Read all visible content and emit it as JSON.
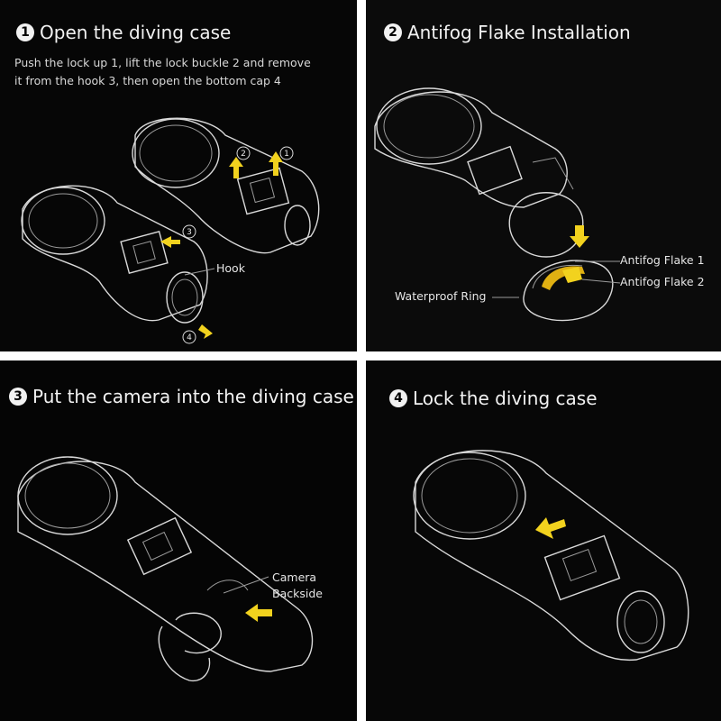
{
  "panels": {
    "step1": {
      "number": "1",
      "title": "Open the diving case",
      "description": "Push the lock up 1, lift the lock buckle 2 and remove it from the hook 3, then open the bottom cap 4",
      "label_hook": "Hook",
      "callouts": [
        "1",
        "2",
        "3",
        "4"
      ]
    },
    "step2": {
      "number": "2",
      "title": "Antifog Flake Installation",
      "label_flake1": "Antifog Flake 1",
      "label_flake2": "Antifog Flake 2",
      "label_ring": "Waterproof Ring"
    },
    "step3": {
      "number": "3",
      "title": "Put the camera into the diving case",
      "label_camera_line1": "Camera",
      "label_camera_line2": "Backside"
    },
    "step4": {
      "number": "4",
      "title": "Lock the diving case"
    }
  },
  "colors": {
    "arrow": "#f2d21e",
    "background": "#050505",
    "text": "#f2f2f2"
  }
}
